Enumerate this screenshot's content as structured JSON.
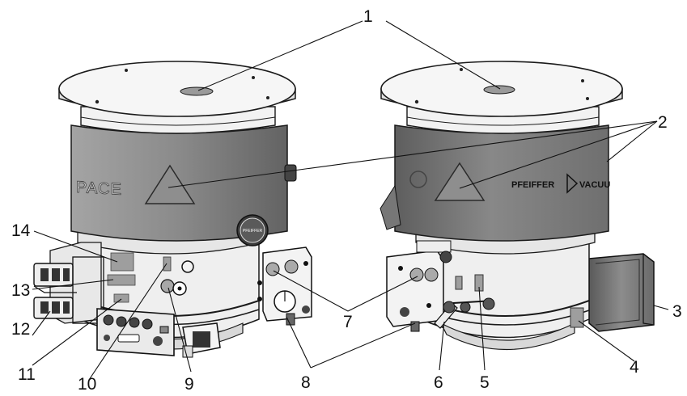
{
  "callouts": [
    "1",
    "2",
    "3",
    "4",
    "5",
    "6",
    "7",
    "8",
    "9",
    "10",
    "11",
    "12",
    "13",
    "14"
  ],
  "brand_text": {
    "left_band": "PACE",
    "right_band_brand": "PFEIFFER",
    "right_band_suffix": "VACUU",
    "badge": "PFEIFFER"
  },
  "colors": {
    "band": "#7f7f7f",
    "flange": "#f4f4f4",
    "body": "#f0f0f0",
    "motor": "#7a7a7a",
    "outline": "#1a1a1a",
    "label_patch": "#9d9d9d"
  }
}
